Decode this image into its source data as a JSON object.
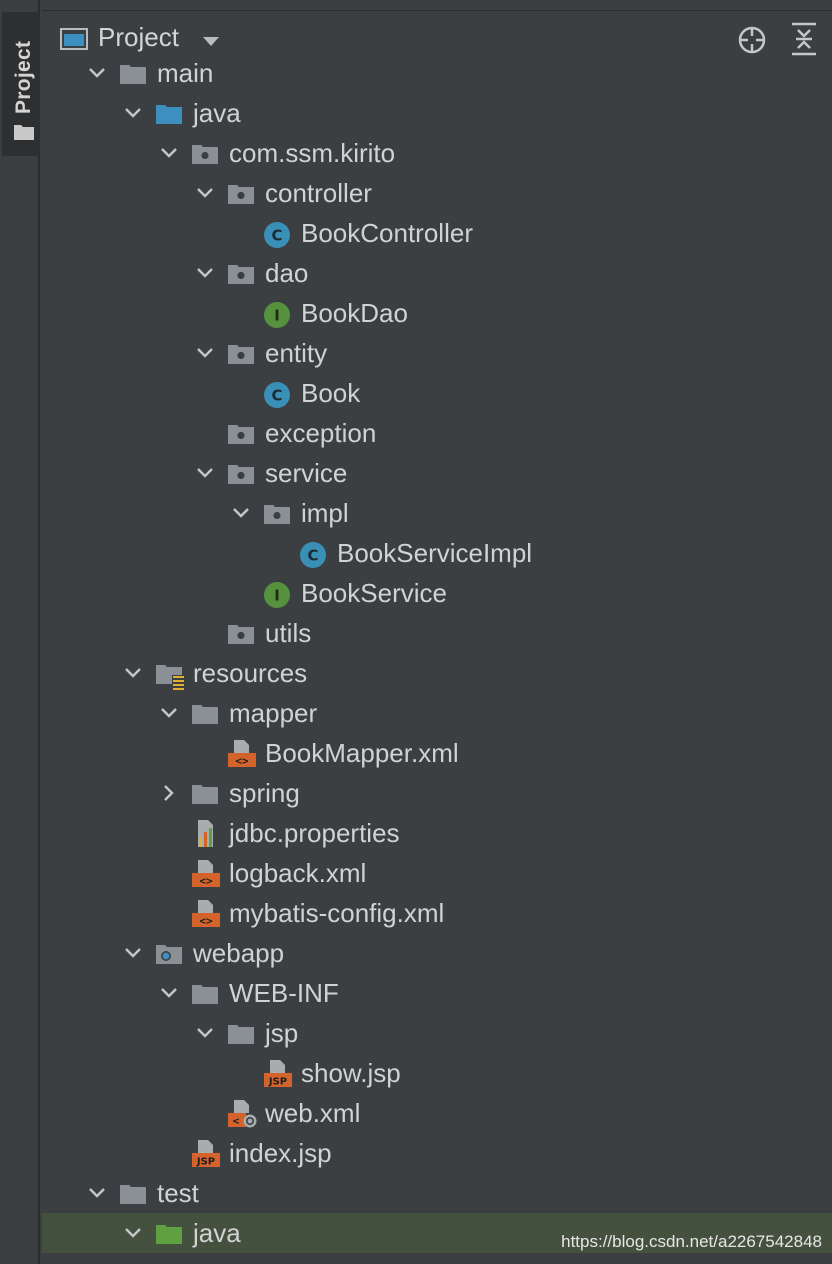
{
  "sidebar": {
    "tab_label": "Project"
  },
  "header": {
    "title": "Project",
    "window_icon": "project-window-icon",
    "dropdown_icon": "chevron-down-icon",
    "locate_icon": "crosshair-icon",
    "collapse_icon": "collapse-all-icon"
  },
  "colors": {
    "folder_gray": "#8b9096",
    "folder_blue": "#3d8fbf",
    "folder_green": "#5fa140",
    "class_blue": "#3a8fb7",
    "interface_green": "#56923d",
    "xml_orange": "#d3632a",
    "selected_row": "#45513f"
  },
  "tree": {
    "rows": [
      {
        "label": "main",
        "depth": 1,
        "arrow": "expanded",
        "icon": "folder-icon"
      },
      {
        "label": "java",
        "depth": 2,
        "arrow": "expanded",
        "icon": "source-folder-icon"
      },
      {
        "label": "com.ssm.kirito",
        "depth": 3,
        "arrow": "expanded",
        "icon": "package-icon"
      },
      {
        "label": "controller",
        "depth": 4,
        "arrow": "expanded",
        "icon": "package-icon"
      },
      {
        "label": "BookController",
        "depth": 5,
        "arrow": "none",
        "icon": "class-icon"
      },
      {
        "label": "dao",
        "depth": 4,
        "arrow": "expanded",
        "icon": "package-icon"
      },
      {
        "label": "BookDao",
        "depth": 5,
        "arrow": "none",
        "icon": "interface-icon"
      },
      {
        "label": "entity",
        "depth": 4,
        "arrow": "expanded",
        "icon": "package-icon"
      },
      {
        "label": "Book",
        "depth": 5,
        "arrow": "none",
        "icon": "class-icon"
      },
      {
        "label": "exception",
        "depth": 4,
        "arrow": "none",
        "icon": "package-icon"
      },
      {
        "label": "service",
        "depth": 4,
        "arrow": "expanded",
        "icon": "package-icon"
      },
      {
        "label": "impl",
        "depth": 5,
        "arrow": "expanded",
        "icon": "package-icon"
      },
      {
        "label": "BookServiceImpl",
        "depth": 6,
        "arrow": "none",
        "icon": "class-icon"
      },
      {
        "label": "BookService",
        "depth": 5,
        "arrow": "none",
        "icon": "interface-icon"
      },
      {
        "label": "utils",
        "depth": 4,
        "arrow": "none",
        "icon": "package-icon"
      },
      {
        "label": "resources",
        "depth": 2,
        "arrow": "expanded",
        "icon": "resources-folder-icon"
      },
      {
        "label": "mapper",
        "depth": 3,
        "arrow": "expanded",
        "icon": "folder-icon"
      },
      {
        "label": "BookMapper.xml",
        "depth": 4,
        "arrow": "none",
        "icon": "xml-file-icon"
      },
      {
        "label": "spring",
        "depth": 3,
        "arrow": "collapsed",
        "icon": "folder-icon"
      },
      {
        "label": "jdbc.properties",
        "depth": 3,
        "arrow": "none",
        "icon": "properties-file-icon"
      },
      {
        "label": "logback.xml",
        "depth": 3,
        "arrow": "none",
        "icon": "xml-file-icon"
      },
      {
        "label": "mybatis-config.xml",
        "depth": 3,
        "arrow": "none",
        "icon": "xml-file-icon"
      },
      {
        "label": "webapp",
        "depth": 2,
        "arrow": "expanded",
        "icon": "web-folder-icon"
      },
      {
        "label": "WEB-INF",
        "depth": 3,
        "arrow": "expanded",
        "icon": "folder-icon"
      },
      {
        "label": "jsp",
        "depth": 4,
        "arrow": "expanded",
        "icon": "folder-icon"
      },
      {
        "label": "show.jsp",
        "depth": 5,
        "arrow": "none",
        "icon": "jsp-file-icon"
      },
      {
        "label": "web.xml",
        "depth": 4,
        "arrow": "none",
        "icon": "web-xml-file-icon"
      },
      {
        "label": "index.jsp",
        "depth": 3,
        "arrow": "none",
        "icon": "jsp-file-icon"
      },
      {
        "label": "test",
        "depth": 1,
        "arrow": "expanded",
        "icon": "folder-icon"
      },
      {
        "label": "java",
        "depth": 2,
        "arrow": "expanded",
        "icon": "test-source-folder-icon",
        "selected": true
      }
    ]
  },
  "watermark": "https://blog.csdn.net/a2267542848"
}
